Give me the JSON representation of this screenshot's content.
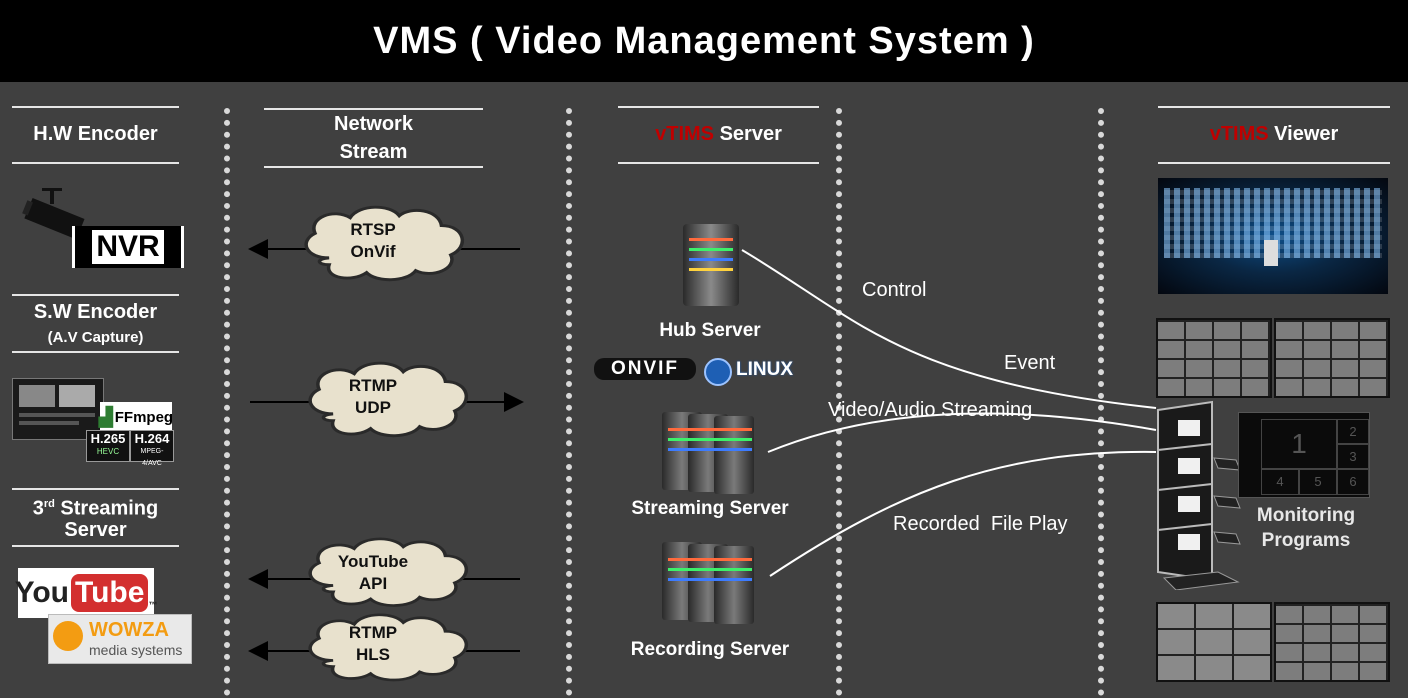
{
  "title": "VMS ( Video Management System )",
  "columns": {
    "hw_encoder": "H.W Encoder",
    "network_stream": {
      "line1": "Network",
      "line2": "Stream"
    },
    "server": {
      "brand": "vTIMS",
      "suffix": " Server"
    },
    "viewer": {
      "brand": "vTIMS",
      "suffix": " Viewer"
    }
  },
  "left": {
    "nvr_logo": "NVR",
    "sw_encoder": "S.W Encoder",
    "av_capture_open": "(",
    "av_capture": "A.V Capture",
    "av_capture_close": ")",
    "ffmpeg_logo": "FFmpeg",
    "h265_logo": {
      "top": "H.265",
      "bottom": "HEVC"
    },
    "h264_logo": {
      "top": "H.264",
      "bottom": "MPEG-4/AVC"
    },
    "third_streaming": {
      "line1_pre": "3",
      "line1_sup": "rd",
      "line1_post": " Streaming",
      "line2": "Server"
    },
    "youtube_logo": {
      "you": "You",
      "tube": "Tube",
      "tm": "™"
    },
    "wowza_logo": {
      "main": "WOWZA",
      "sub": "media systems"
    }
  },
  "clouds": [
    {
      "line1": "RTSP",
      "line2": "OnVif"
    },
    {
      "line1": "RTMP",
      "line2": "UDP"
    },
    {
      "line1": "YouTube",
      "line2": "API"
    },
    {
      "line1": "RTMP",
      "line2": "HLS"
    }
  ],
  "servers": {
    "hub": "Hub Server",
    "streaming": "Streaming Server",
    "recording": "Recording Server",
    "onvif_logo": "ONVIF",
    "linux_logo": "LINUX"
  },
  "connections": {
    "control": "Control",
    "event": "Event",
    "video_audio": "Video/Audio Streaming",
    "recorded": "Recorded  File Play"
  },
  "viewer": {
    "monitoring": {
      "line1": "Monitoring",
      "line2": "Programs"
    },
    "layout_numbers": [
      "1",
      "2",
      "3",
      "4",
      "5",
      "6"
    ]
  },
  "colors": {
    "background": "#404040",
    "title_bar": "#000000",
    "brand_red": "#c00000",
    "text": "#ffffff"
  }
}
